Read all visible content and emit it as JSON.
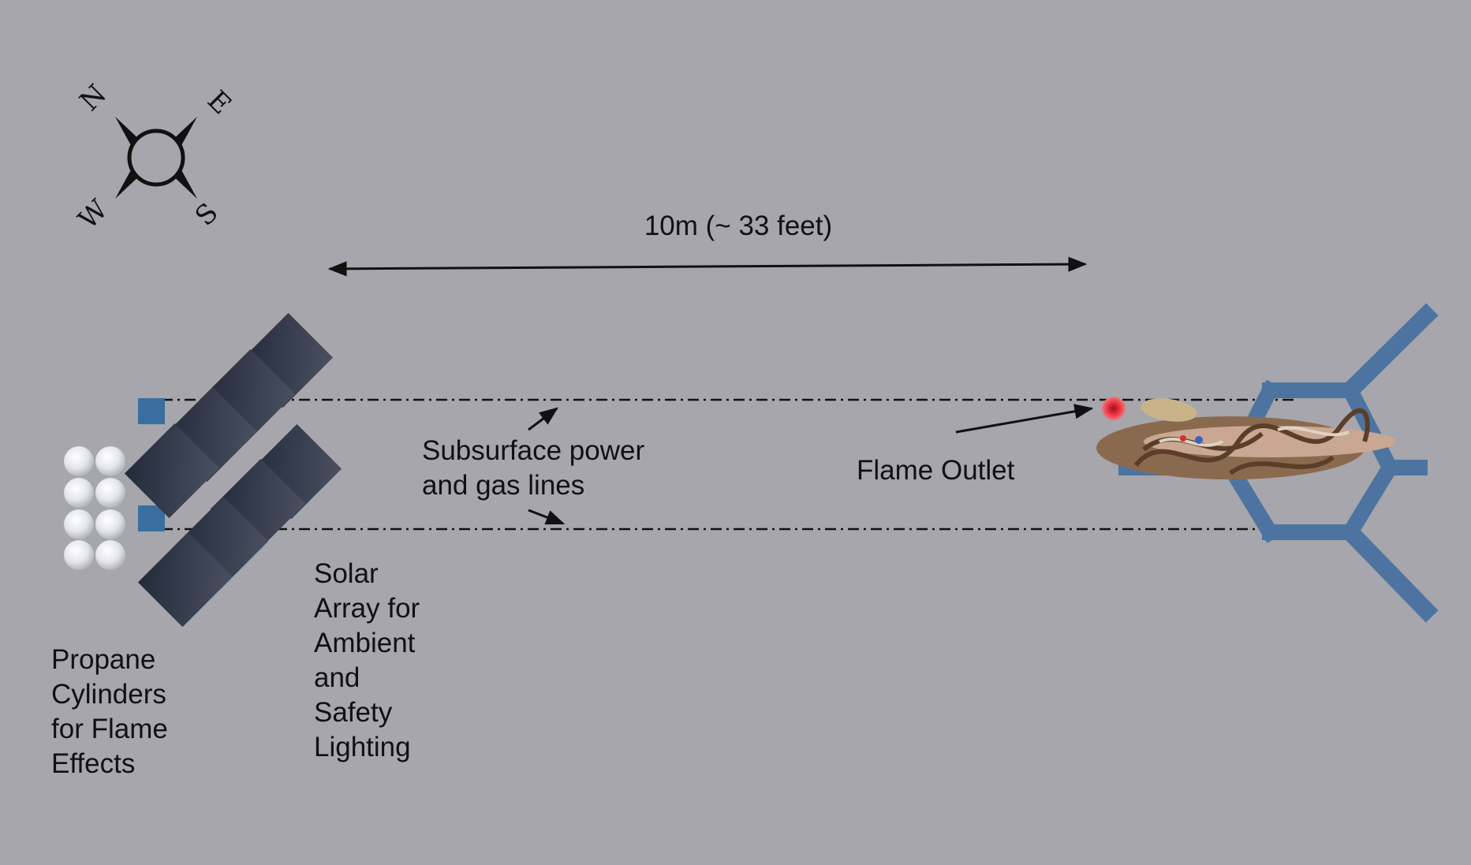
{
  "compass": {
    "n": "N",
    "e": "E",
    "s": "S",
    "w": "W"
  },
  "distance_label": "10m (~ 33 feet)",
  "labels": {
    "subsurface": "Subsurface power\nand gas lines",
    "flame_outlet": "Flame Outlet",
    "solar_array": "Solar\nArray for\nAmbient\nand\nSafety\nLighting",
    "propane": "Propane\nCylinders\nfor Flame\nEffects"
  },
  "colors": {
    "background": "#a6a6ac",
    "solar_panel": "#2f3545",
    "junction_box": "#3a6e9f",
    "base_frame": "#4d74a0",
    "flame_outlet": "#e8303c"
  }
}
